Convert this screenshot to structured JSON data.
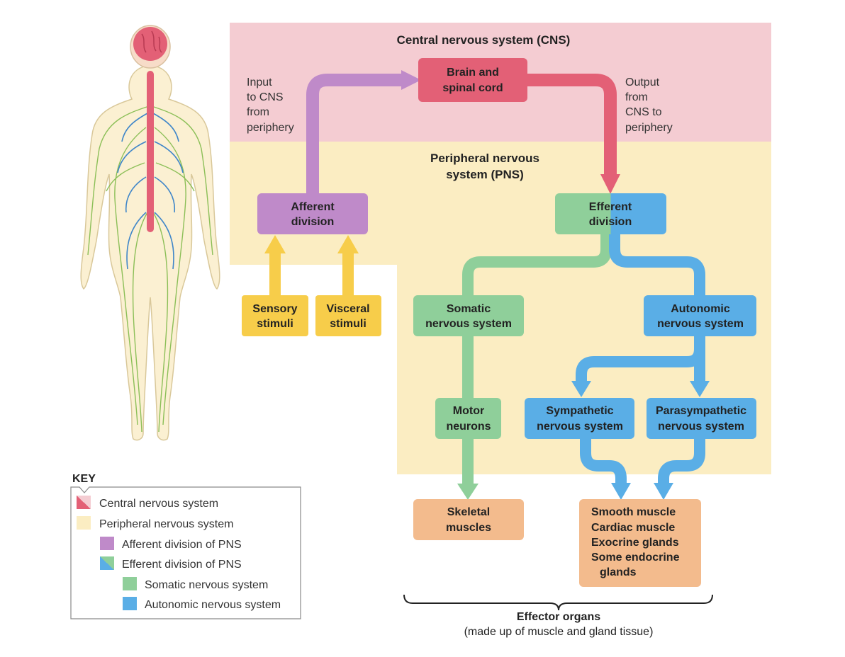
{
  "colors": {
    "cns_bg": "#f4ccd2",
    "pns_bg": "#fbedc2",
    "cns_box": "#e36076",
    "afferent": "#bf8ac9",
    "somatic": "#8fcf9a",
    "autonomic": "#5aaee6",
    "stimulus": "#f7cd4a",
    "effector": "#f3bb8d",
    "key_border": "#8a8a8a"
  },
  "regions": {
    "cns_title": "Central nervous system (CNS)",
    "pns_title_1": "Peripheral nervous",
    "pns_title_2": "system (PNS)"
  },
  "labels": {
    "input": [
      "Input",
      "to CNS",
      "from",
      "periphery"
    ],
    "output": [
      "Output",
      "from",
      "CNS to",
      "periphery"
    ]
  },
  "boxes": {
    "brain": [
      "Brain and",
      "spinal cord"
    ],
    "afferent": [
      "Afferent",
      "division"
    ],
    "efferent": [
      "Efferent",
      "division"
    ],
    "sensory": [
      "Sensory",
      "stimuli"
    ],
    "visceral": [
      "Visceral",
      "stimuli"
    ],
    "somatic": [
      "Somatic",
      "nervous system"
    ],
    "autonomic": [
      "Autonomic",
      "nervous system"
    ],
    "motor": [
      "Motor",
      "neurons"
    ],
    "sympathetic": [
      "Sympathetic",
      "nervous system"
    ],
    "parasympathetic": [
      "Parasympathetic",
      "nervous system"
    ],
    "skeletal": [
      "Skeletal",
      "muscles"
    ],
    "smooth": [
      "Smooth muscle",
      "Cardiac muscle",
      "Exocrine glands",
      "Some endocrine",
      "glands"
    ]
  },
  "effector": {
    "title": "Effector organs",
    "subtitle": "(made up of muscle and gland tissue)"
  },
  "key": {
    "title": "KEY",
    "items": [
      "Central nervous system",
      "Peripheral nervous system",
      "Afferent division of PNS",
      "Efferent division of PNS",
      "Somatic nervous system",
      "Autonomic nervous system"
    ]
  }
}
